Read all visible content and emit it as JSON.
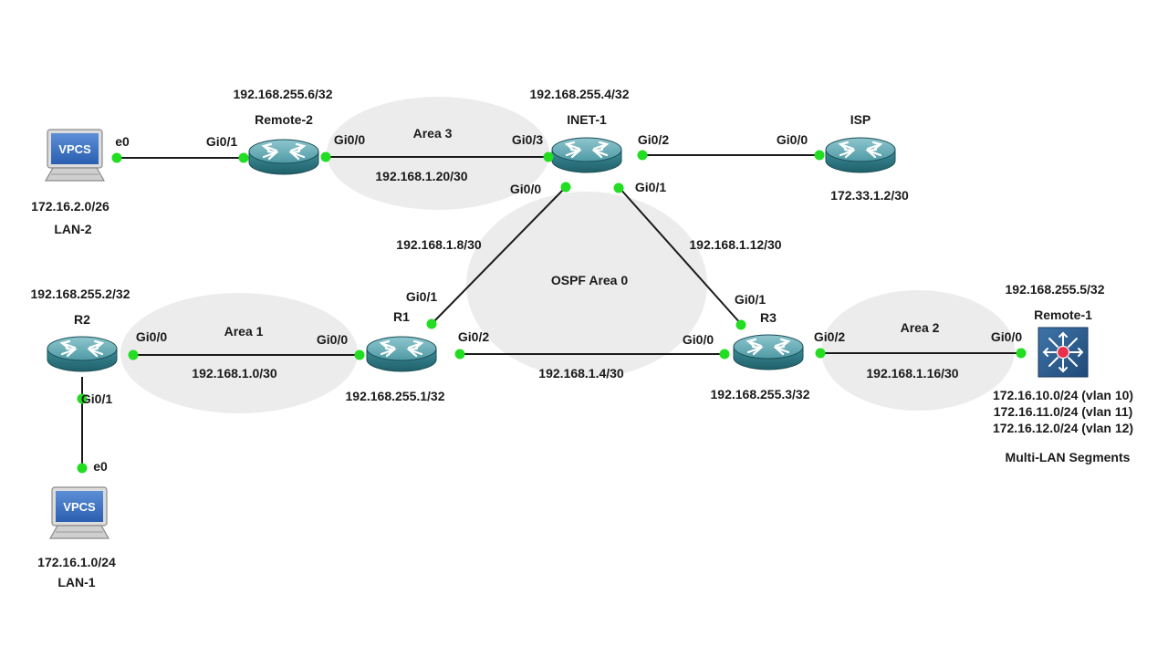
{
  "colors": {
    "link": "#1a1a1a",
    "port_dot": "#22dd22",
    "area_fill": "#ececec",
    "router_body": "#2f7f8b",
    "switch_body": "#2a5a8a"
  },
  "devices": {
    "remote2": {
      "name": "Remote-2",
      "loopback": "192.168.255.6/32",
      "icon": "router-icon"
    },
    "inet1": {
      "name": "INET-1",
      "loopback": "192.168.255.4/32",
      "icon": "router-icon"
    },
    "isp": {
      "name": "ISP",
      "subnet": "172.33.1.2/30",
      "icon": "router-icon"
    },
    "r2": {
      "name": "R2",
      "loopback": "192.168.255.2/32",
      "icon": "router-icon"
    },
    "r1": {
      "name": "R1",
      "loopback": "192.168.255.1/32",
      "icon": "router-icon"
    },
    "r3": {
      "name": "R3",
      "loopback": "192.168.255.3/32",
      "icon": "router-icon"
    },
    "remote1": {
      "name": "Remote-1",
      "loopback": "192.168.255.5/32",
      "icon": "multilayer-switch-icon",
      "vlans": [
        "172.16.10.0/24 (vlan 10)",
        "172.16.11.0/24 (vlan 11)",
        "172.16.12.0/24 (vlan 12)"
      ],
      "caption": "Multi-LAN Segments"
    },
    "vpcs2": {
      "screen": "VPCS",
      "subnet": "172.16.2.0/26",
      "name": "LAN-2",
      "icon": "pc-icon"
    },
    "vpcs1": {
      "screen": "VPCS",
      "subnet": "172.16.1.0/24",
      "name": "LAN-1",
      "icon": "pc-icon"
    }
  },
  "areas": {
    "area3": "Area 3",
    "area0": "OSPF Area 0",
    "area1": "Area 1",
    "area2": "Area 2"
  },
  "links": {
    "vpcs2_remote2": {
      "a": "e0",
      "b": "Gi0/1"
    },
    "remote2_inet1": {
      "a": "Gi0/0",
      "b": "Gi0/3",
      "subnet": "192.168.1.20/30"
    },
    "inet1_isp": {
      "a": "Gi0/2",
      "b": "Gi0/0"
    },
    "inet1_r1": {
      "a": "Gi0/0",
      "b": "Gi0/1",
      "subnet": "192.168.1.8/30"
    },
    "inet1_r3": {
      "a": "Gi0/1",
      "b": "Gi0/1",
      "subnet": "192.168.1.12/30"
    },
    "r2_r1": {
      "a": "Gi0/0",
      "b": "Gi0/0",
      "subnet": "192.168.1.0/30"
    },
    "r1_r3": {
      "a": "Gi0/2",
      "b": "Gi0/0",
      "subnet": "192.168.1.4/30"
    },
    "r3_remote1": {
      "a": "Gi0/2",
      "b": "Gi0/0",
      "subnet": "192.168.1.16/30"
    },
    "r2_vpcs1": {
      "a": "Gi0/1",
      "b": "e0"
    }
  }
}
